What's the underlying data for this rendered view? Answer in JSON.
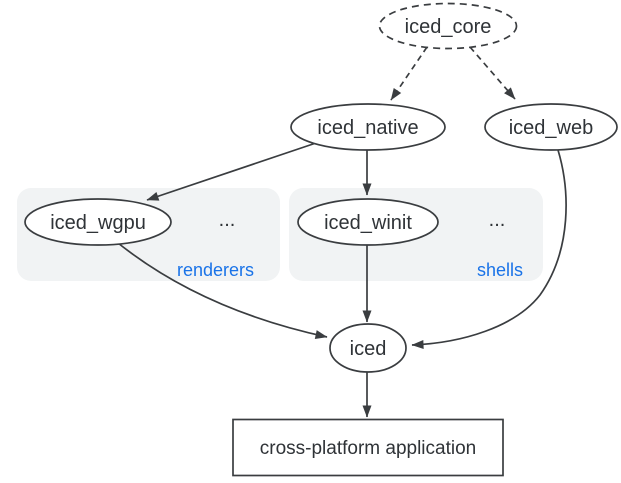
{
  "colors": {
    "stroke": "#3a3d40",
    "text": "#2f3337",
    "group_fill": "#f1f3f4",
    "group_label_blue": "#1a73e8",
    "node_fill": "#ffffff",
    "background": "#ffffff"
  },
  "nodes": {
    "core": "iced_core",
    "native": "iced_native",
    "web": "iced_web",
    "wgpu": "iced_wgpu",
    "winit": "iced_winit",
    "iced": "iced",
    "app": "cross-platform application"
  },
  "groups": {
    "renderers": {
      "label": "renderers",
      "ellipsis": "..."
    },
    "shells": {
      "label": "shells",
      "ellipsis": "..."
    }
  }
}
